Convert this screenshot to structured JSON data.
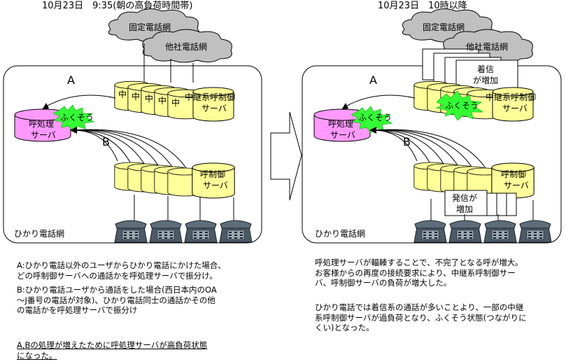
{
  "left": {
    "title": "10月23日　9:35(朝の高負荷時間帯)",
    "cloud_fixed": "固定電話網",
    "cloud_other": "他社電話網",
    "network_label": "ひかり電話網",
    "label_a": "A",
    "label_b": "B",
    "relay_stub": "中",
    "relay_server_line1": "中継系呼制御",
    "relay_server_line2": "サーバ",
    "call_server_line1": "呼処理",
    "call_server_line2": "サーバ",
    "congestion": "ふくそう",
    "control_server_line1": "呼制御",
    "control_server_line2": "サーバ",
    "notes": {
      "a": "A:ひかり電話以外のユーザからひかり電話にかけた場合、\nどの呼制御サーバへの通話かを呼処理サーバで振分け。",
      "b": "B:ひかり電話ユーザから通話をした場合(西日本内のOA\n～J番号の電話が対象)、ひかり電話同士の通話かその他\nの電話かを呼処理サーバで振分け",
      "summary": "A,Bの処理が増えたために呼処理サーバが高負荷状態\nになった。"
    }
  },
  "right": {
    "title": "10月23日　10時以降",
    "cloud_fixed": "固定電話網",
    "cloud_other": "他社電話網",
    "network_label": "ひかり電話網",
    "label_a": "A",
    "label_b": "B",
    "relay_server_line1": "中継系呼制御",
    "relay_server_line2": "サーバ",
    "call_server_line1": "呼処理",
    "call_server_line2": "サーバ",
    "congestion_call": "ふくそう",
    "congestion_relay": "ふくそう",
    "incoming_line1": "着信",
    "incoming_line2": "が増加",
    "control_server_line1": "呼制御",
    "control_server_line2": "サーバ",
    "outgoing_line1": "発信が",
    "outgoing_line2": "増加",
    "notes": {
      "p1": "呼処理サーバが輻輳することで、不完了となる呼が増大。\nお客様からの再度の接続要求により、中継系呼制御サー\nバ、呼制御サーバの負荷が増大した。",
      "p2": "ひかり電話では着信系の通話が多いことより、一部の中継\n系呼制御サーバが過負荷となり、ふくそう状態(つながりに\nくい)となった。"
    }
  },
  "colors": {
    "server_fill": "#ffff99",
    "call_server_fill": "#ff99ff",
    "cloud_fill": "#c0c0c0",
    "congestion_fill": "#33ff33",
    "phone_fill": "#4b5a66"
  }
}
